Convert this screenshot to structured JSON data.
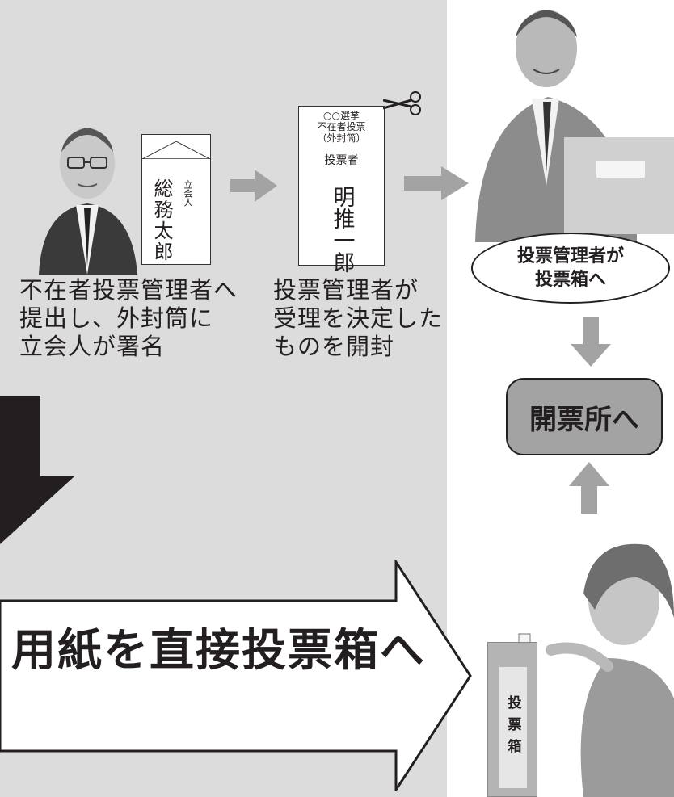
{
  "envelope_sealed": {
    "witness_label": "立会人",
    "signer_name": "総務太郎"
  },
  "envelope_opened": {
    "header": "○○選挙\n不在者投票\n（外封筒）",
    "voter_label": "投票者",
    "voter_name": "明推一郎"
  },
  "captions": {
    "submit": "不在者投票管理者へ\n提出し、外封筒に\n立会人が署名",
    "accept": "投票管理者が\n受理を決定した\nものを開封"
  },
  "boxes": {
    "to_ballot_box": "投票管理者が\n投票箱へ",
    "to_counting": "開票所へ"
  },
  "direct_arrow_label": "用紙を直接投票箱へ",
  "ballot_box_label": "投票箱",
  "colors": {
    "panel_gray": "#dcdcdc",
    "arrow_gray": "#a3a3a3",
    "big_arrow_black": "#231f20"
  }
}
